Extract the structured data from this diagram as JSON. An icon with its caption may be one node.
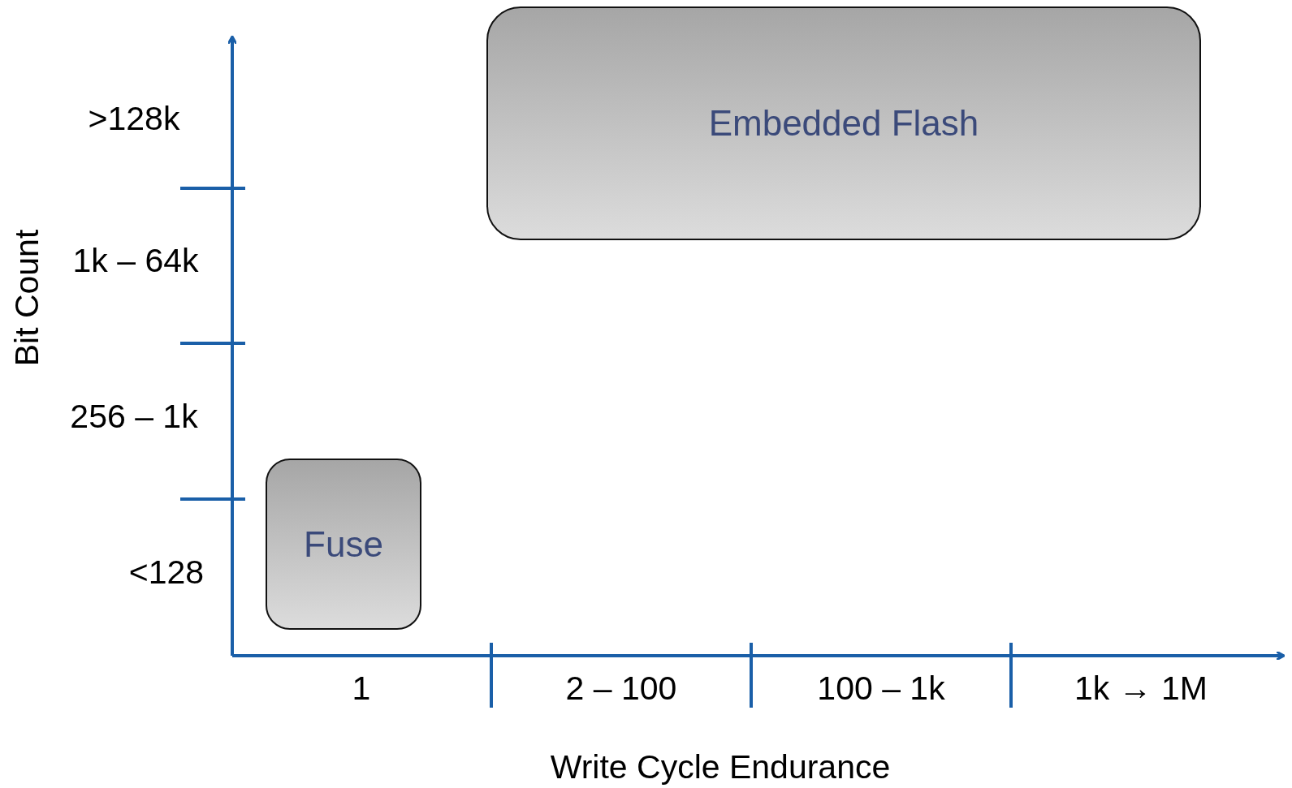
{
  "diagram": {
    "nodes": [
      {
        "text": [
          "Embedded Flash"
        ]
      },
      {
        "text": [
          "Fuse"
        ]
      }
    ],
    "labels": [
      "Bit Count",
      ">128k",
      "1k – 64k",
      "256 – 1k",
      "<128",
      "1",
      "2 – 100",
      "100 – 1k",
      "1k → 1M",
      "Write Cycle Endurance"
    ]
  }
}
